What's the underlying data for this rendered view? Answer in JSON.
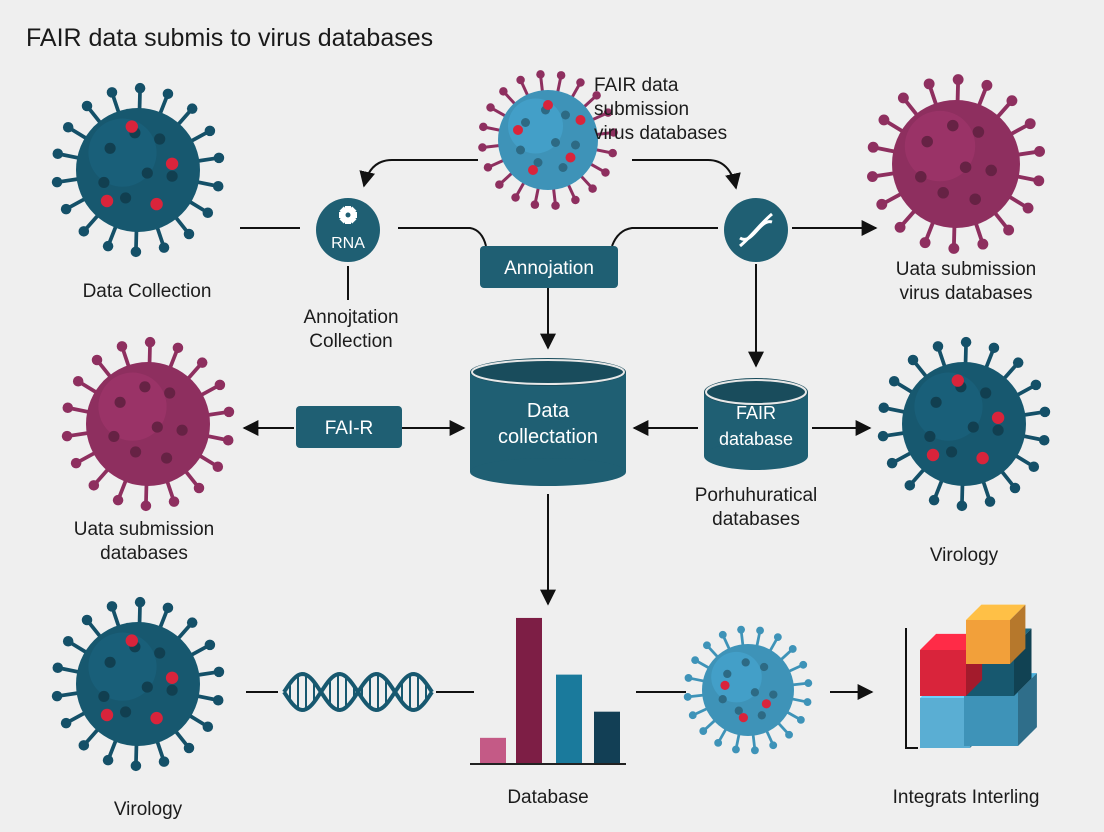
{
  "title": "FAIR data submis to virus databases",
  "labels": {
    "top_center": [
      "FAIR data",
      "submission",
      "virus databases"
    ],
    "data_collection": "Data Collection",
    "annotation_collection": [
      "Annojtation",
      "Collection"
    ],
    "top_right": [
      "Uata submission",
      "virus databases"
    ],
    "mid_left": [
      "Uata submission",
      "databases"
    ],
    "porhurational": [
      "Porhuhuratical",
      "databases"
    ],
    "virology_right": "Virology",
    "virology_left": "Virology",
    "database_bottom": "Database",
    "integrats": "Integrats Interling"
  },
  "nodes": {
    "rna": "RNA",
    "annotation_box": "Annojation",
    "fai_r_box": "FAI-R",
    "data_cylinder": [
      "Data",
      "collectation"
    ],
    "fair_cylinder": [
      "FAIR",
      "database"
    ]
  },
  "colors": {
    "teal_dark": "#17586f",
    "teal_box": "#1f5f73",
    "magenta": "#8e2f5f",
    "crimson": "#d9243b",
    "light_blue": "#3e93b8",
    "orange": "#f2a03a",
    "bar_pink": "#c45a86",
    "bar_maroon": "#7d1e45",
    "bar_teal": "#1a7a9c",
    "bar_navy": "#123f55"
  },
  "icons": [
    "virus-icon",
    "gear-icon",
    "dna-icon",
    "bar-chart-icon",
    "cube-stack-icon"
  ],
  "bar_chart_values": [
    0.12,
    0.67,
    0.41,
    0.24
  ]
}
